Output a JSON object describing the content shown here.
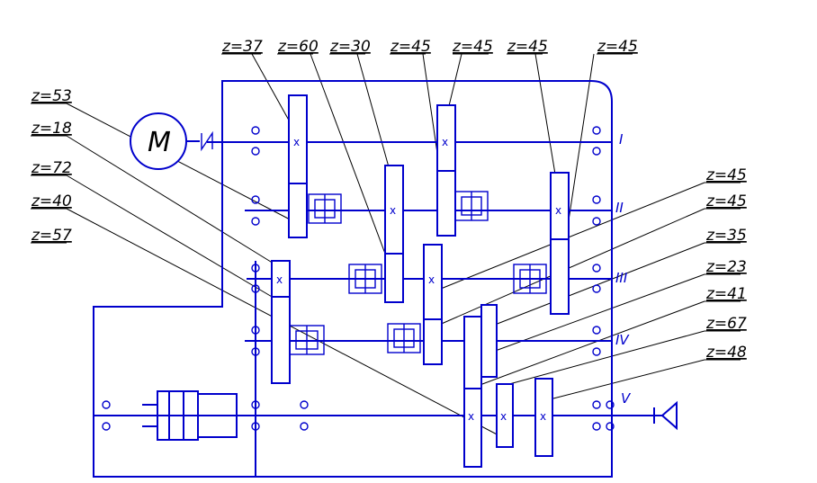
{
  "diagram": {
    "motor_label": "M",
    "gear_labels": [
      "z=37",
      "z=60",
      "z=30",
      "z=45",
      "z=45",
      "z=45",
      "z=45",
      "z=53",
      "z=18",
      "z=72",
      "z=40",
      "z=57",
      "z=45",
      "z=45",
      "z=35",
      "z=23",
      "z=41",
      "z=67",
      "z=48"
    ],
    "shaft_labels": [
      "I",
      "II",
      "III",
      "IV",
      "V"
    ],
    "colors": {
      "drawing": "#0000cc",
      "leaders": "#000000",
      "background": "#ffffff"
    }
  }
}
